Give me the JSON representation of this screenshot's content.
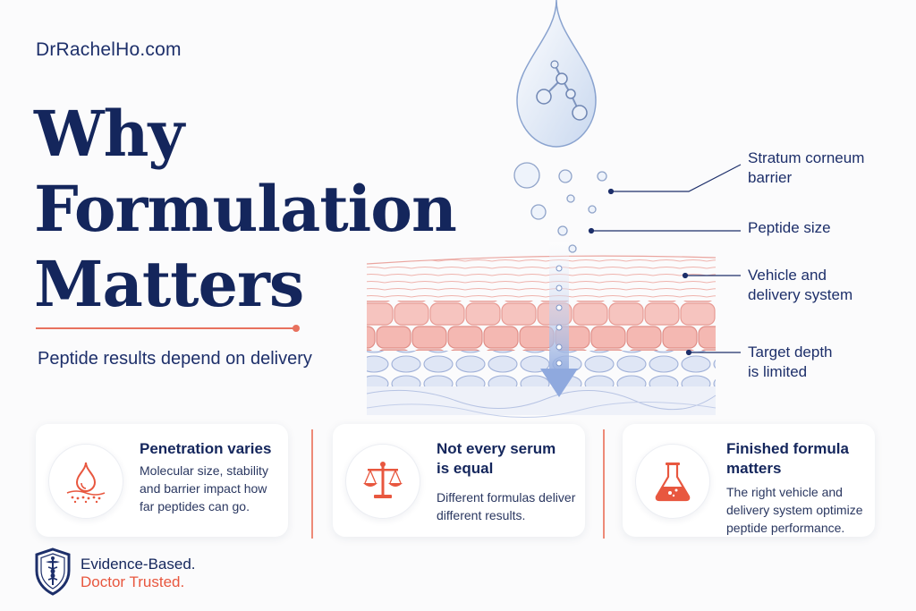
{
  "brand": "DrRachelHo.com",
  "title_lines": [
    "Why",
    "Formulation",
    "Matters"
  ],
  "subtitle": "Peptide results depend on delivery",
  "callouts": [
    {
      "lines": [
        "Stratum corneum",
        "barrier"
      ]
    },
    {
      "lines": [
        "Peptide size"
      ]
    },
    {
      "lines": [
        "Vehicle and",
        "delivery system"
      ]
    },
    {
      "lines": [
        "Target depth",
        "is limited"
      ]
    }
  ],
  "cards": [
    {
      "icon": "droplet-skin-icon",
      "title_lines": [
        "Penetration varies"
      ],
      "text_lines": [
        "Molecular size, stability",
        "and barrier impact how",
        "far peptides can go."
      ]
    },
    {
      "icon": "balance-scale-icon",
      "title_lines": [
        "Not every serum",
        "is equal"
      ],
      "text_lines": [
        "Different formulas deliver",
        "different results."
      ]
    },
    {
      "icon": "flask-icon",
      "title_lines": [
        "Finished formula",
        "matters"
      ],
      "text_lines": [
        "The right vehicle and",
        "delivery system optimize",
        "peptide performance."
      ]
    }
  ],
  "badge": {
    "line1": "Evidence-Based.",
    "line2": "Doctor Trusted.",
    "icon": "shield-caduceus-icon"
  },
  "colors": {
    "navy": "#14265c",
    "coral": "#e8715e",
    "skin_pink": "#f2a9a3",
    "skin_blue": "#b9c6e6"
  }
}
